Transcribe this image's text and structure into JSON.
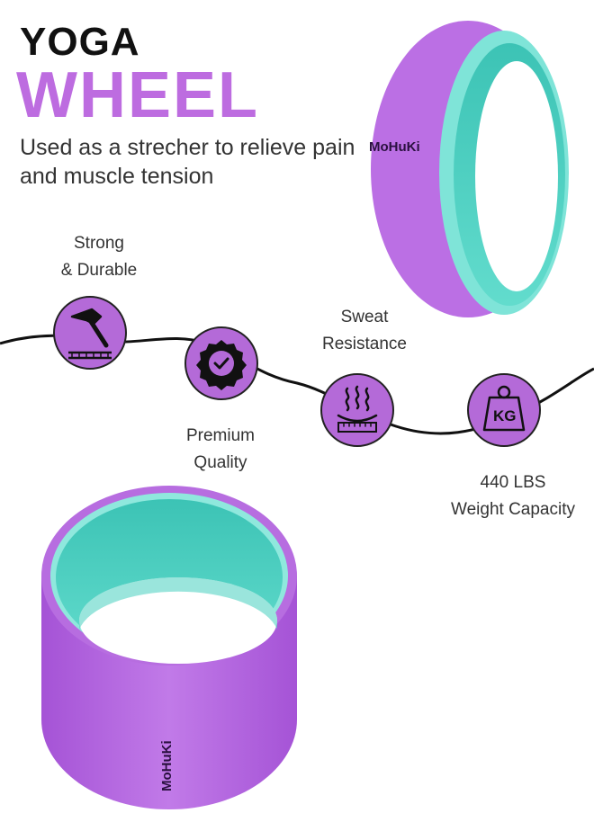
{
  "header": {
    "title_line1": "YOGA",
    "title_line2": "WHEEL",
    "subtitle": "Used as a strecher to relieve pain and muscle tension"
  },
  "features": [
    {
      "label": "Strong\n& Durable",
      "icon": "hammer-icon"
    },
    {
      "label": "Premium\nQuality",
      "icon": "quality-badge-icon"
    },
    {
      "label": "Sweat\nResistance",
      "icon": "sweat-resistance-icon"
    },
    {
      "label": "440 LBS\nWeight Capacity",
      "icon": "kg-weight-icon"
    }
  ],
  "product": {
    "brand": "MoHuKi",
    "outer_color": "#b867e2",
    "inner_color": "#4fd1c3"
  },
  "colors": {
    "accent": "#bd6ce0",
    "icon_circle": "#b46ad8"
  }
}
